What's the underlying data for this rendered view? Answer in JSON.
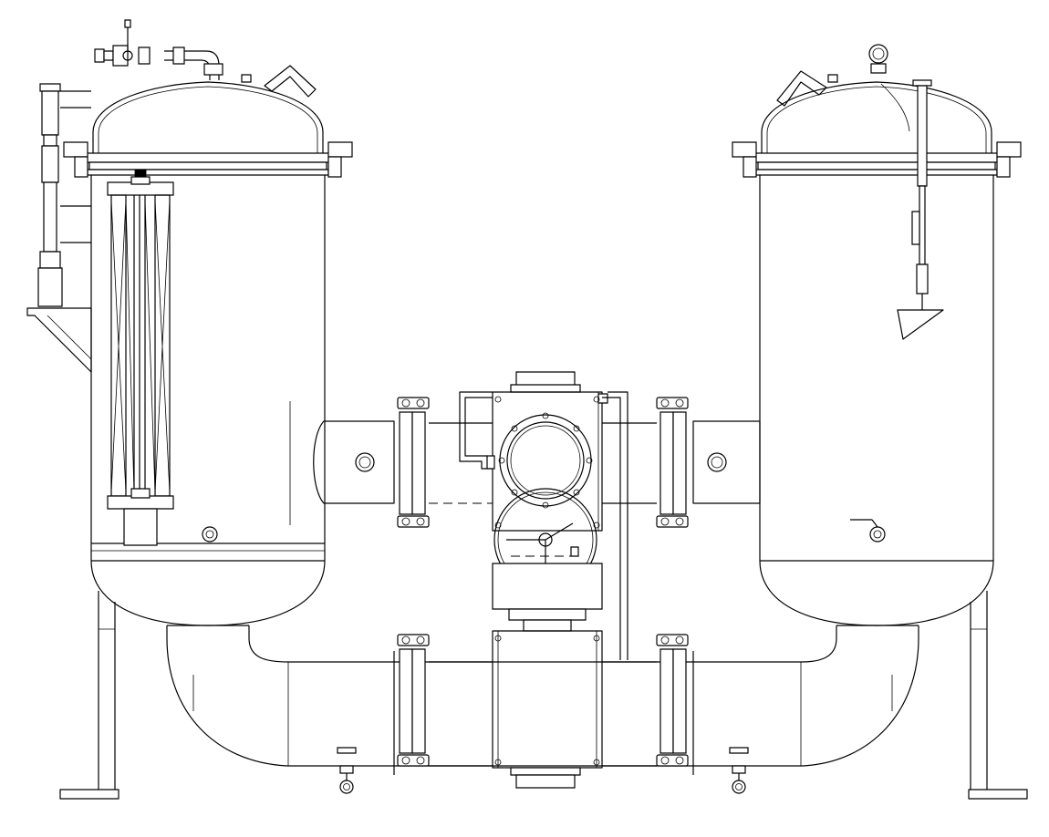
{
  "drawing": {
    "line_color": "#000000",
    "background": "#ffffff",
    "components": [
      "left-filter-vessel",
      "right-filter-vessel",
      "filter-cartridge",
      "level-indicator",
      "changeover-valve",
      "sight-glass",
      "handwheel",
      "upper-connecting-pipe",
      "lower-connecting-pipe",
      "pipe-elbow",
      "pipe-flange",
      "drain-valve",
      "support-leg",
      "vent-valve-assembly",
      "lifting-lug",
      "cover-clamp",
      "float-rod"
    ]
  }
}
